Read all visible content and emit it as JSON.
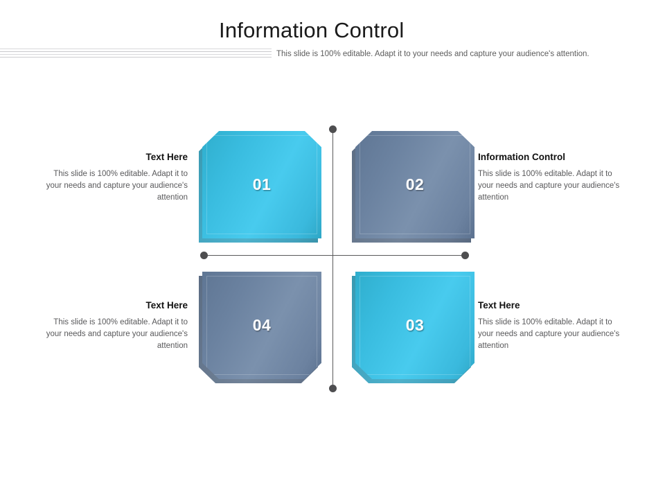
{
  "slide": {
    "title": "Information Control",
    "subtitle": "This slide is 100% editable. Adapt it to your needs and capture your audience's attention.",
    "background": "#ffffff"
  },
  "colors": {
    "cyan": "#3ABCDE",
    "slate": "#6B82A0",
    "divider": "#58585A",
    "title_text": "#1A1A1A",
    "body_text": "#59595B",
    "rule": "#D3D3D5"
  },
  "cards": [
    {
      "id": "card-01",
      "number": "01",
      "color_name": "cyan",
      "color": "#3ABCDE",
      "chamfer": "top",
      "position": "top-left"
    },
    {
      "id": "card-02",
      "number": "02",
      "color_name": "slate",
      "color": "#6B82A0",
      "chamfer": "top",
      "position": "top-right"
    },
    {
      "id": "card-04",
      "number": "04",
      "color_name": "slate",
      "color": "#6B82A0",
      "chamfer": "bottom",
      "position": "bottom-left"
    },
    {
      "id": "card-03",
      "number": "03",
      "color_name": "cyan",
      "color": "#3ABCDE",
      "chamfer": "bottom",
      "position": "bottom-right"
    }
  ],
  "text_blocks": [
    {
      "id": "text-block-top-left",
      "heading": "Text Here",
      "body": "This slide is 100% editable. Adapt it to your needs and capture your audience's attention",
      "align": "right",
      "linked_card": "01"
    },
    {
      "id": "text-block-top-right",
      "heading": "Information Control",
      "body": "This slide is 100% editable. Adapt it to your needs and capture your audience's attention",
      "align": "left",
      "linked_card": "02"
    },
    {
      "id": "text-block-bottom-left",
      "heading": "Text Here",
      "body": "This slide is 100% editable. Adapt it to your needs and capture your audience's attention",
      "align": "right",
      "linked_card": "04"
    },
    {
      "id": "text-block-bottom-right",
      "heading": "Text Here",
      "body": "This slide is 100% editable. Adapt it to your needs and capture your audience's attention",
      "align": "left",
      "linked_card": "03"
    }
  ],
  "decor": {
    "rule_count": 4,
    "cross_dot_count": 4
  }
}
